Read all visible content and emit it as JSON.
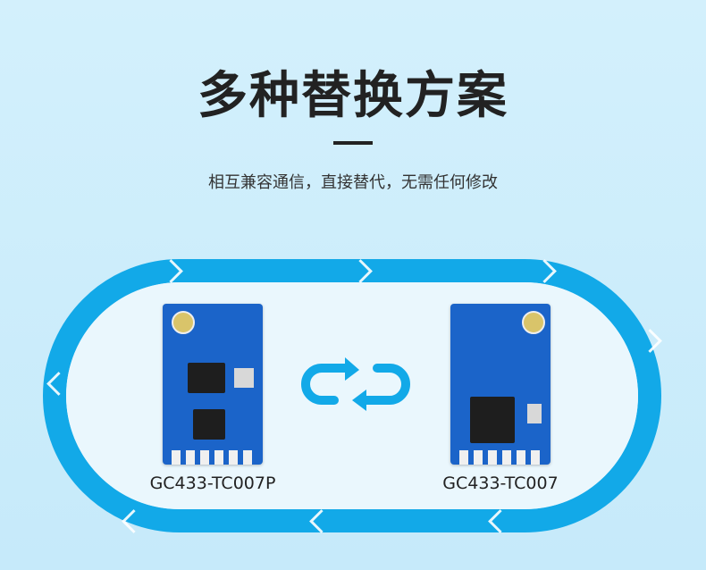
{
  "header": {
    "title": "多种替换方案",
    "subtitle": "相互兼容通信，直接替代，无需任何修改"
  },
  "modules": [
    {
      "label": "GC433-TC007P"
    },
    {
      "label": "GC433-TC007"
    }
  ],
  "colors": {
    "accent": "#12a9e8",
    "pcb": "#1b64c9",
    "background": "#c9ecfb"
  },
  "icons": {
    "swap": "swap-arrows-icon"
  }
}
